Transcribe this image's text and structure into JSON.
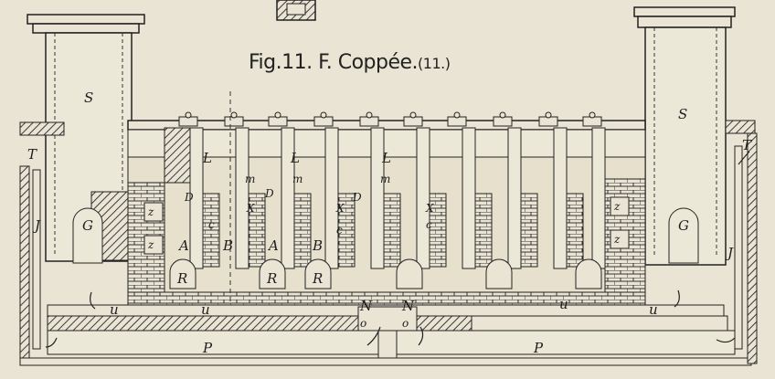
{
  "figure": {
    "title": "Fig.11. F. Coppée.",
    "ref": "(11.)"
  },
  "labels": {
    "S": "S",
    "T": "T",
    "J": "J",
    "G": "G",
    "L": "L",
    "m": "m",
    "D": "D",
    "X": "X",
    "c": "c",
    "A": "A",
    "B": "B",
    "R": "R",
    "z": "z",
    "N": "N",
    "o": "o",
    "P": "P",
    "u": "u"
  },
  "colors": {
    "paper": "#e9e4d3",
    "ink": "#1e1e1e",
    "hatch": "#3a3a3a"
  }
}
